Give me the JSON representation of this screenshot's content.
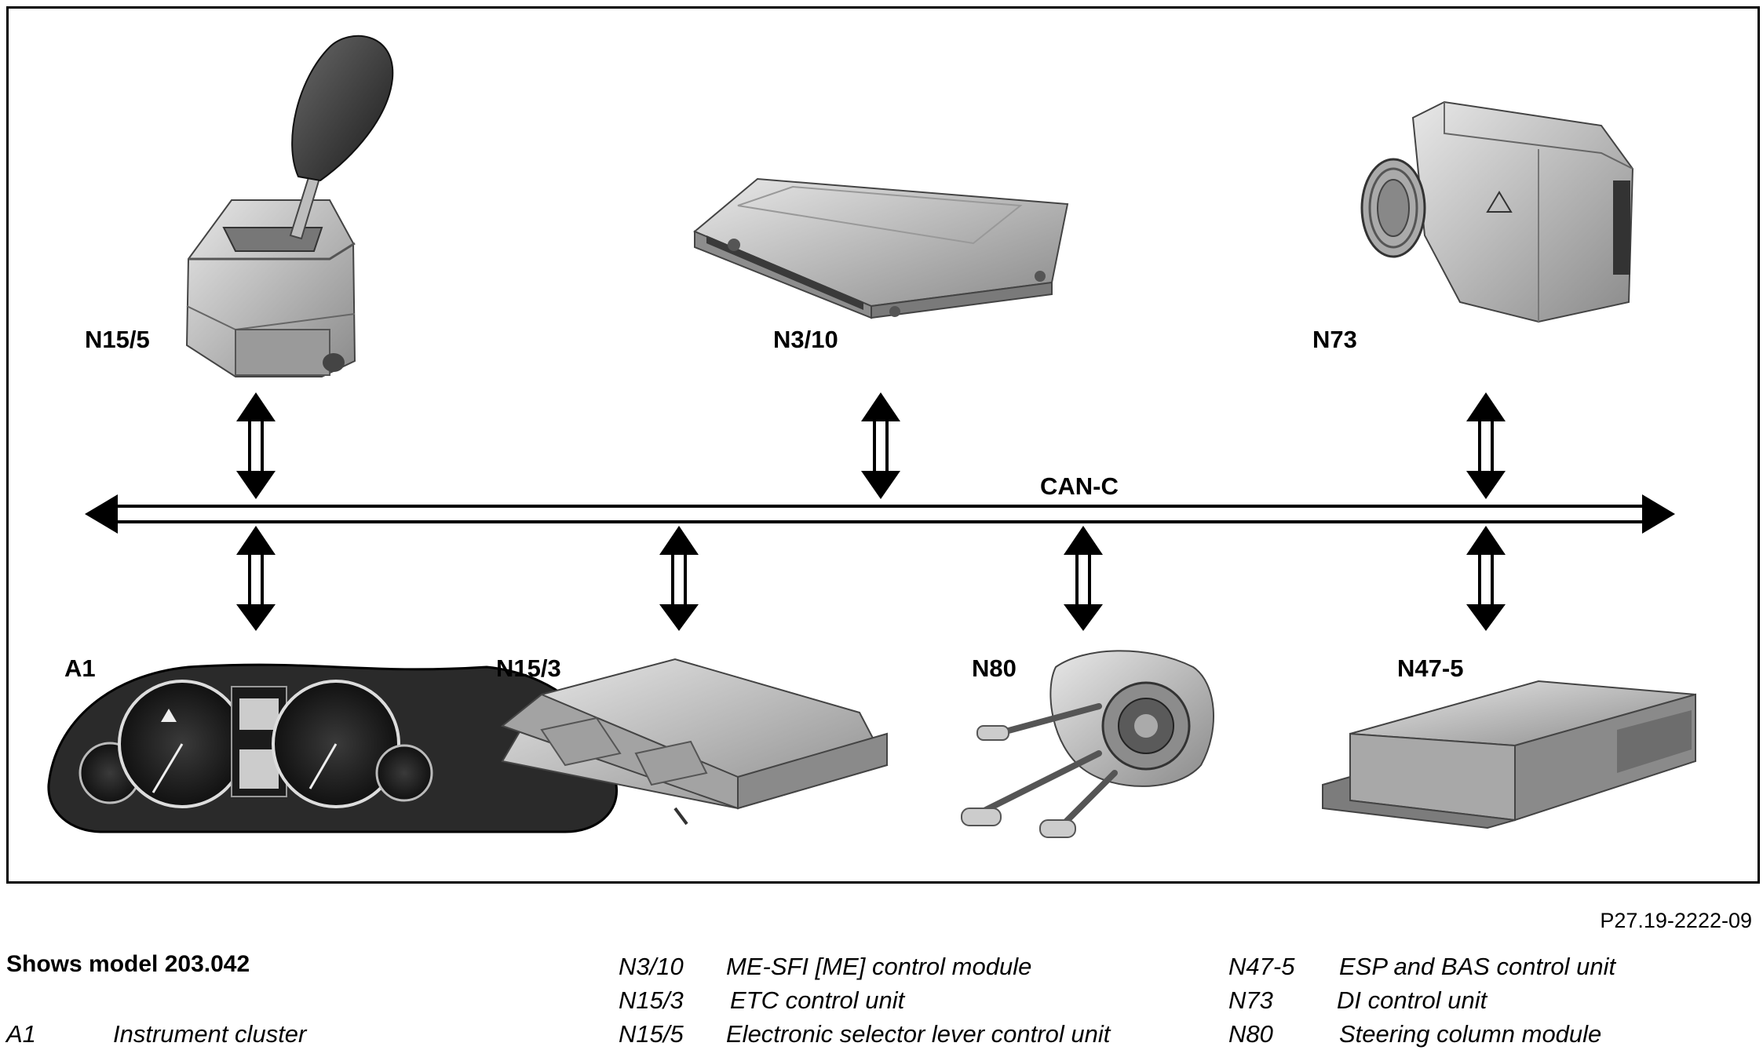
{
  "bus": {
    "label": "CAN-C"
  },
  "components": {
    "n15_5": {
      "label": "N15/5",
      "icon": "selector-lever-icon"
    },
    "n3_10": {
      "label": "N3/10",
      "icon": "control-module-icon"
    },
    "n73": {
      "label": "N73",
      "icon": "ignition-lock-icon"
    },
    "a1": {
      "label": "A1",
      "icon": "instrument-cluster-icon"
    },
    "n15_3": {
      "label": "N15/3",
      "icon": "etc-control-unit-icon"
    },
    "n80": {
      "label": "N80",
      "icon": "steering-column-module-icon"
    },
    "n47_5": {
      "label": "N47-5",
      "icon": "esp-control-unit-icon"
    }
  },
  "figure_id": "P27.19-2222-09",
  "caption": {
    "title": "Shows model 203.042",
    "legend": [
      {
        "code": "A1",
        "description": "Instrument cluster"
      },
      {
        "code": "N3/10",
        "description": "ME-SFI [ME] control module"
      },
      {
        "code": "N15/3",
        "description": "ETC control unit"
      },
      {
        "code": "N15/5",
        "description": "Electronic selector lever control unit"
      },
      {
        "code": "N47-5",
        "description": "ESP and BAS control unit"
      },
      {
        "code": "N73",
        "description": "DI control unit"
      },
      {
        "code": "N80",
        "description": "Steering column module"
      }
    ]
  }
}
